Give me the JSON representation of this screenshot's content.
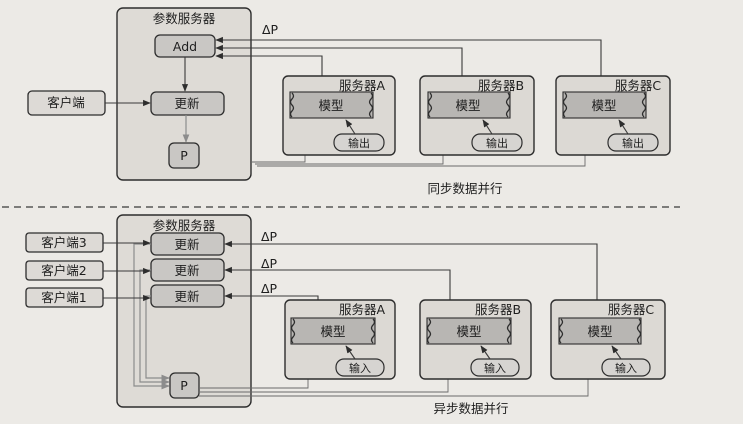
{
  "sync": {
    "param_server": "参数服务器",
    "add": "Add",
    "update": "更新",
    "p": "P",
    "client": "客户端",
    "delta": "ΔP",
    "servers": [
      {
        "name": "服务器A",
        "model": "模型",
        "io": "输出"
      },
      {
        "name": "服务器B",
        "model": "模型",
        "io": "输出"
      },
      {
        "name": "服务器C",
        "model": "模型",
        "io": "输出"
      }
    ],
    "caption": "同步数据并行"
  },
  "async": {
    "param_server": "参数服务器",
    "update": "更新",
    "p": "P",
    "clients": [
      "客户端3",
      "客户端2",
      "客户端1"
    ],
    "deltas": [
      "ΔP",
      "ΔP",
      "ΔP"
    ],
    "servers": [
      {
        "name": "服务器A",
        "model": "模型",
        "io": "输入"
      },
      {
        "name": "服务器B",
        "model": "模型",
        "io": "输入"
      },
      {
        "name": "服务器C",
        "model": "模型",
        "io": "输入"
      }
    ],
    "caption": "异步数据并行"
  }
}
